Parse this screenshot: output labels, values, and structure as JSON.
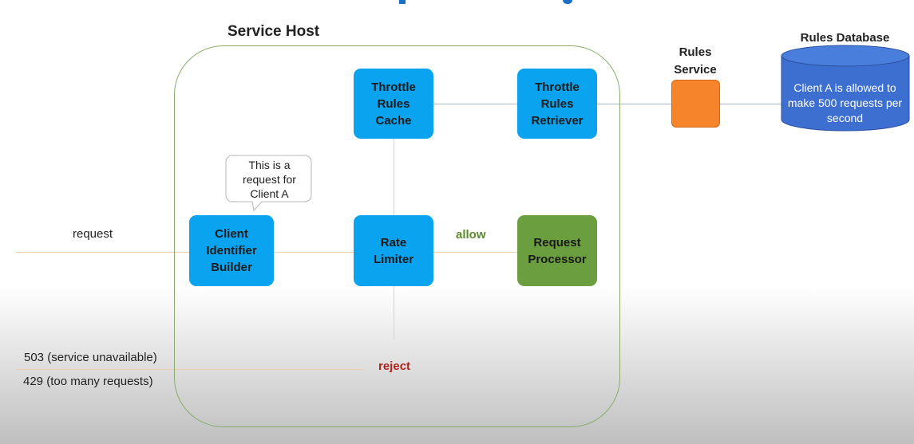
{
  "service_host": {
    "label": "Service Host"
  },
  "components": {
    "throttle_rules_cache": "Throttle Rules Cache",
    "throttle_rules_retriever": "Throttle Rules Retriever",
    "client_identifier_builder": "Client Identifier Builder",
    "rate_limiter": "Rate Limiter",
    "request_processor": "Request Processor"
  },
  "rules_service": {
    "label": "Rules Service"
  },
  "rules_database": {
    "label": "Rules Database",
    "content": "Client A is allowed to make 500 requests per second"
  },
  "callout": {
    "text": "This is a request for Client A"
  },
  "edges": {
    "request": "request",
    "allow": "allow",
    "reject": "reject"
  },
  "responses": [
    "503 (service unavailable)",
    "429 (too many requests)"
  ],
  "colors": {
    "component": "#0aa3ef",
    "processor": "#6a9e3f",
    "rules_service": "#f5842a",
    "database": "#3d6fd1",
    "allow": "#5b8a2f",
    "reject": "#b0231c",
    "host_border": "#8aab6a"
  }
}
